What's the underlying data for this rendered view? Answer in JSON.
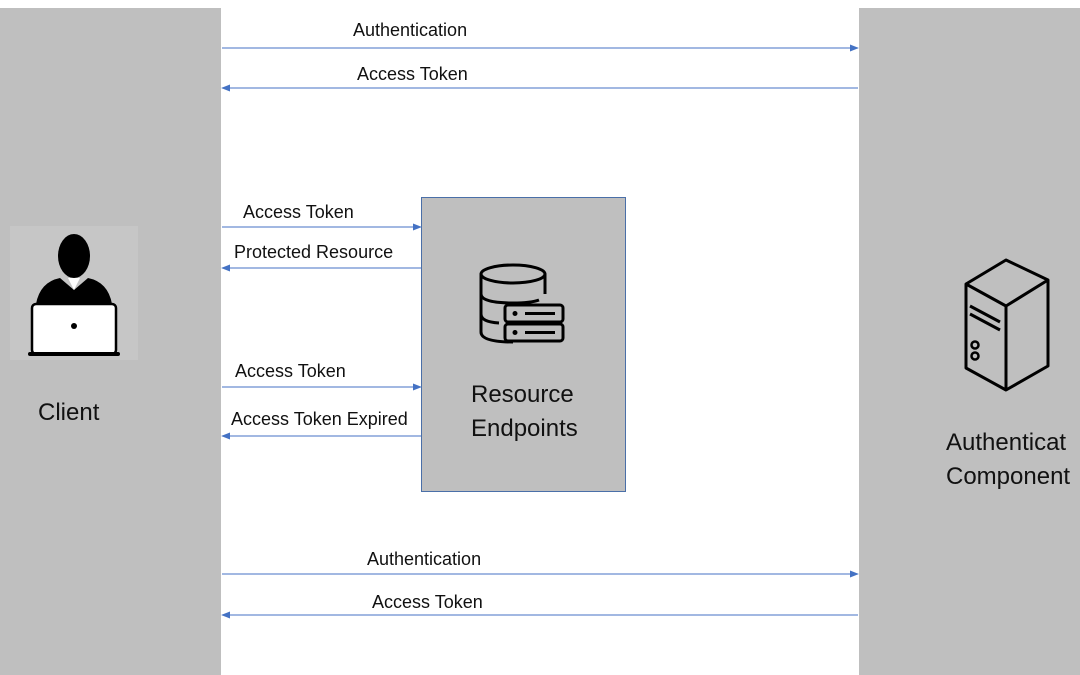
{
  "diagram": {
    "client": {
      "label": "Client",
      "icon": "person-laptop-icon"
    },
    "resource": {
      "label_line1": "Resource",
      "label_line2": "Endpoints",
      "icon": "database-server-icon"
    },
    "auth": {
      "label_line1": "Authenticat",
      "label_line2": "Component",
      "icon": "server-tower-icon"
    },
    "messages": [
      {
        "label": "Authentication",
        "direction": "client-to-auth"
      },
      {
        "label": "Access Token",
        "direction": "auth-to-client"
      },
      {
        "label": "Access Token",
        "direction": "client-to-resource"
      },
      {
        "label": "Protected Resource",
        "direction": "resource-to-client"
      },
      {
        "label": "Access Token",
        "direction": "client-to-resource"
      },
      {
        "label": "Access Token Expired",
        "direction": "resource-to-client"
      },
      {
        "label": "Authentication",
        "direction": "client-to-auth"
      },
      {
        "label": "Access Token",
        "direction": "auth-to-client"
      }
    ],
    "colors": {
      "panel": "#bfbfbf",
      "arrow": "#4472c4",
      "box_border": "#4a6fa8"
    }
  }
}
